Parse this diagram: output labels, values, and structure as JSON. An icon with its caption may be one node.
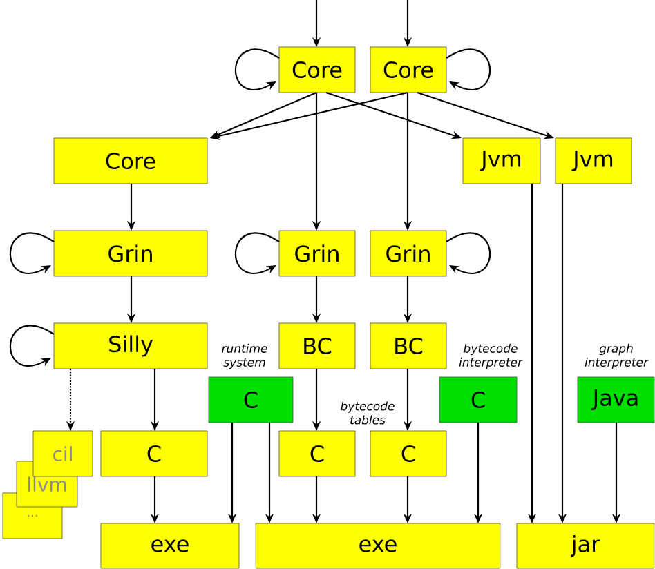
{
  "diagram": {
    "nodes": [
      {
        "text": [
          "Core"
        ]
      },
      {
        "text": [
          "Core"
        ]
      },
      {
        "text": [
          "Core"
        ]
      },
      {
        "text": [
          "Jvm"
        ]
      },
      {
        "text": [
          "Jvm"
        ]
      },
      {
        "text": [
          "Grin"
        ]
      },
      {
        "text": [
          "Grin"
        ]
      },
      {
        "text": [
          "Grin"
        ]
      },
      {
        "text": [
          "Silly"
        ]
      },
      {
        "text": [
          "BC"
        ]
      },
      {
        "text": [
          "BC"
        ]
      },
      {
        "text": [
          "C"
        ],
        "beside": [
          "runtime system"
        ]
      },
      {
        "text": [
          "C"
        ],
        "beside": [
          "bytecode interpreter"
        ]
      },
      {
        "text": [
          "Java"
        ],
        "beside": [
          "graph interpreter"
        ]
      },
      {
        "text": [
          "cil"
        ]
      },
      {
        "text": [
          "llvm"
        ]
      },
      {
        "text": [
          "..."
        ]
      },
      {
        "text": [
          "C"
        ]
      },
      {
        "text": [
          "C"
        ]
      },
      {
        "text": [
          "C"
        ]
      },
      {
        "text": [
          "exe"
        ]
      },
      {
        "text": [
          "exe"
        ]
      },
      {
        "text": [
          "jar"
        ]
      }
    ],
    "edges": [
      {
        "from": null,
        "to": 0,
        "arrow": "to"
      },
      {
        "from": null,
        "to": 1,
        "arrow": "to"
      },
      {
        "from": 0,
        "to": 0,
        "arrow": "to"
      },
      {
        "from": 1,
        "to": 1,
        "arrow": "to"
      },
      {
        "from": 0,
        "to": 2,
        "arrow": "to"
      },
      {
        "from": 0,
        "to": 6,
        "arrow": "to"
      },
      {
        "from": 0,
        "to": 3,
        "arrow": "to"
      },
      {
        "from": 1,
        "to": 2,
        "arrow": "to"
      },
      {
        "from": 1,
        "to": 7,
        "arrow": "to"
      },
      {
        "from": 1,
        "to": 4,
        "arrow": "to"
      },
      {
        "from": 2,
        "to": 5,
        "arrow": "to"
      },
      {
        "from": 5,
        "to": 5,
        "arrow": "to"
      },
      {
        "from": 6,
        "to": 6,
        "arrow": "to"
      },
      {
        "from": 7,
        "to": 7,
        "arrow": "to"
      },
      {
        "from": 5,
        "to": 8,
        "arrow": "to"
      },
      {
        "from": 6,
        "to": 9,
        "arrow": "to"
      },
      {
        "from": 7,
        "to": 10,
        "arrow": "to"
      },
      {
        "from": 8,
        "to": 8,
        "arrow": "to"
      },
      {
        "from": 8,
        "to": 14,
        "arrow": "to",
        "style": "dashed"
      },
      {
        "from": 8,
        "to": 17,
        "arrow": "to"
      },
      {
        "from": 9,
        "to": 18,
        "arrow": "to"
      },
      {
        "from": 10,
        "to": 19,
        "arrow": "to"
      },
      {
        "from": 17,
        "to": 20,
        "arrow": "to"
      },
      {
        "from": 11,
        "to": 20,
        "arrow": "to"
      },
      {
        "from": 11,
        "to": 21,
        "arrow": "to"
      },
      {
        "from": 18,
        "to": 21,
        "arrow": "to"
      },
      {
        "from": 19,
        "to": 21,
        "arrow": "to"
      },
      {
        "from": 12,
        "to": 21,
        "arrow": "to"
      },
      {
        "from": 3,
        "to": 22,
        "arrow": "to"
      },
      {
        "from": 4,
        "to": 22,
        "arrow": "to"
      },
      {
        "from": 13,
        "to": 22,
        "arrow": "to"
      }
    ],
    "labels": [
      "bytecode tables"
    ]
  }
}
